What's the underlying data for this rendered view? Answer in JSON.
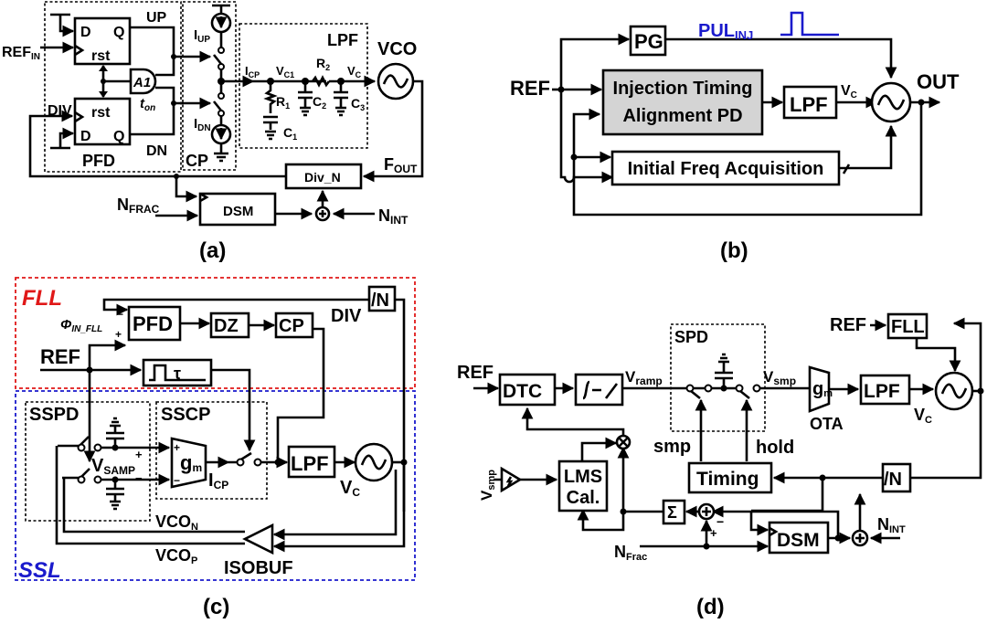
{
  "figure": {
    "panels": [
      {
        "id": "a",
        "caption": "(a)",
        "groups": {
          "pfd": "PFD",
          "cp": "CP",
          "lpf": "LPF"
        },
        "labels": {
          "ref_in": "REF",
          "ref_in_sub": "IN",
          "div": "DIV",
          "ff_top_d": "D",
          "ff_top_q": "Q",
          "ff_top_rst": "rst",
          "ff_bot_d": "D",
          "ff_bot_q": "Q",
          "ff_bot_rst": "rst",
          "up": "UP",
          "dn": "DN",
          "and_gate": "A1",
          "t_on": "t",
          "t_on_sub": "on",
          "i_up": "I",
          "i_up_sub": "UP",
          "i_dn": "I",
          "i_dn_sub": "DN",
          "i_cp": "I",
          "i_cp_sub": "CP",
          "v_c1": "V",
          "v_c1_sub": "C1",
          "v_c": "V",
          "v_c_sub": "C",
          "r1": "R",
          "r1_sub": "1",
          "r2": "R",
          "r2_sub": "2",
          "c1": "C",
          "c1_sub": "1",
          "c2": "C",
          "c2_sub": "2",
          "c3": "C",
          "c3_sub": "3",
          "vco": "VCO",
          "f_out": "F",
          "f_out_sub": "OUT",
          "div_n": "Div_N",
          "dsm": "DSM",
          "n_frac": "N",
          "n_frac_sub": "FRAC",
          "n_int": "N",
          "n_int_sub": "INT"
        }
      },
      {
        "id": "b",
        "caption": "(b)",
        "labels": {
          "ref": "REF",
          "pg": "PG",
          "pul_inj": "PUL",
          "pul_inj_sub": "INJ",
          "itapd_line1": "Injection Timing",
          "itapd_line2": "Alignment PD",
          "lpf": "LPF",
          "v_c": "V",
          "v_c_sub": "C",
          "out": "OUT",
          "ifa": "Initial Freq Acquisition"
        },
        "colors": {
          "pulse": "#1a1acc",
          "pd_fill": "#d4d4d4"
        }
      },
      {
        "id": "c",
        "caption": "(c)",
        "groups": {
          "fll": "FLL",
          "ssl": "SSL",
          "sspd": "SSPD",
          "sscp": "SSCP"
        },
        "labels": {
          "phi_in": "Φ",
          "phi_in_sub": "IN_FLL",
          "ref": "REF",
          "pfd": "PFD",
          "dz": "DZ",
          "cp": "CP",
          "div": "DIV",
          "div_n": "/N",
          "tau": "τ",
          "v_samp": "V",
          "v_samp_sub": "SAMP",
          "gm": "g",
          "gm_sub": "m",
          "i_cp": "I",
          "i_cp_sub": "CP",
          "lpf": "LPF",
          "v_c": "V",
          "v_c_sub": "C",
          "vco_n": "VCO",
          "vco_n_sub": "N",
          "vco_p": "VCO",
          "vco_p_sub": "P",
          "isobuf": "ISOBUF",
          "plus": "+",
          "minus": "−"
        },
        "colors": {
          "fll": "#e01818",
          "ssl": "#1a1acc"
        }
      },
      {
        "id": "d",
        "caption": "(d)",
        "groups": {
          "spd": "SPD"
        },
        "labels": {
          "ref_left": "REF",
          "dtc": "DTC",
          "v_ramp": "V",
          "v_ramp_sub": "ramp",
          "v_smp": "V",
          "v_smp_sub": "smp",
          "gm": "g",
          "gm_sub": "m",
          "ota": "OTA",
          "lpf": "LPF",
          "v_c": "V",
          "v_c_sub": "C",
          "ref_right": "REF",
          "fll": "FLL",
          "smp": "smp",
          "hold": "hold",
          "timing": "Timing",
          "div_n": "/N",
          "lms_line1": "LMS",
          "lms_line2": "Cal.",
          "v_smp_in": "V",
          "v_smp_in_sub": "smp",
          "sigma": "Σ",
          "dsm": "DSM",
          "n_frac": "N",
          "n_frac_sub": "Frac",
          "n_int": "N",
          "n_int_sub": "INT",
          "plus": "+",
          "minus": "−"
        }
      }
    ]
  }
}
